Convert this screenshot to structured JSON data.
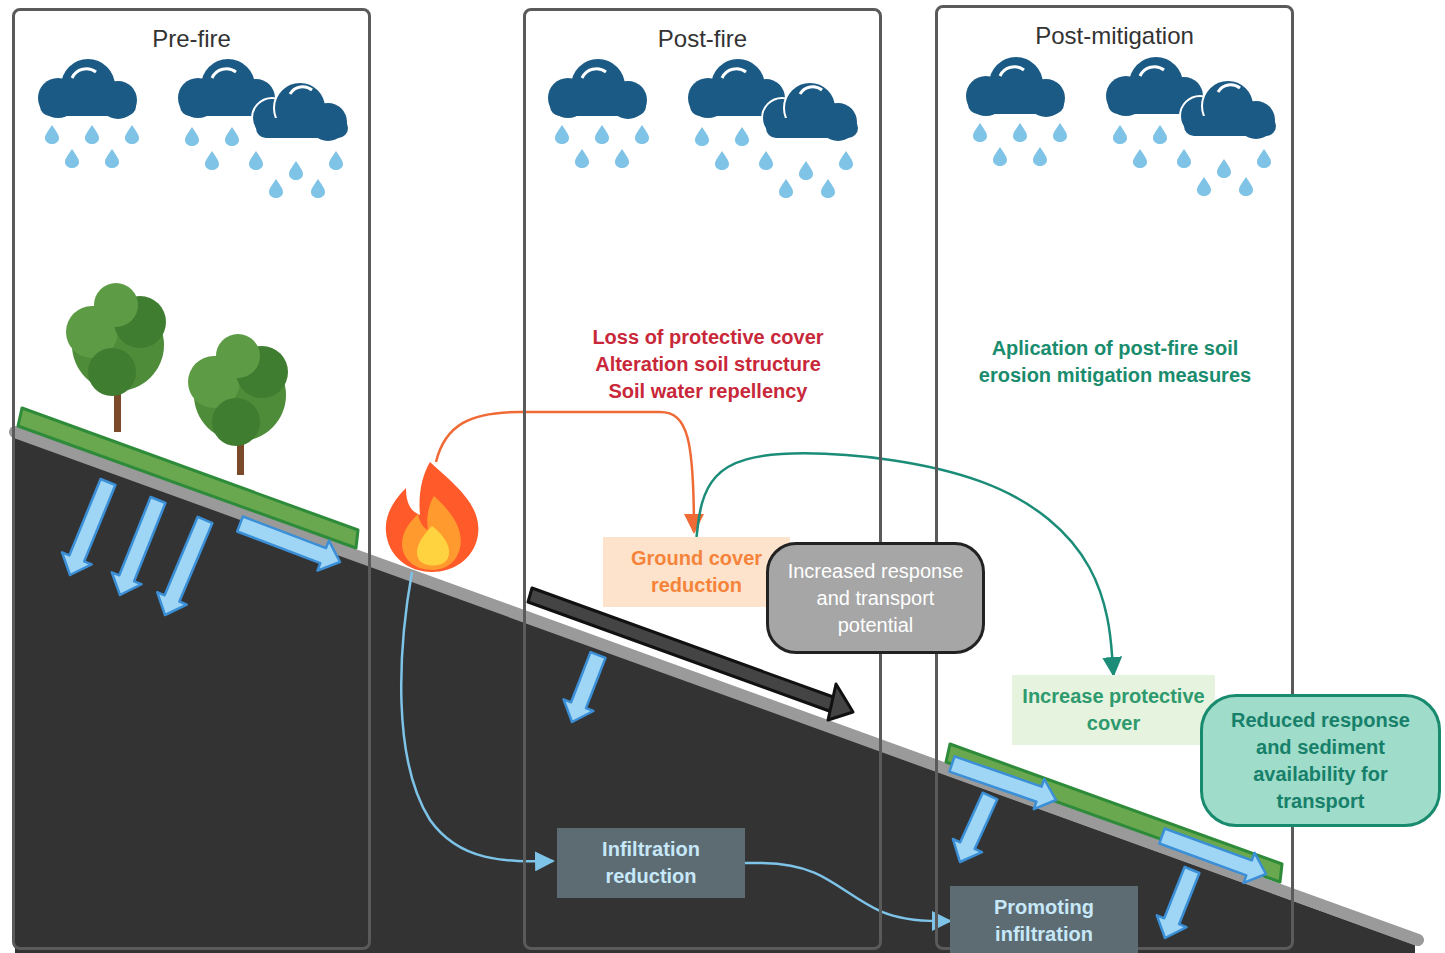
{
  "diagram": {
    "nodes": [
      {
        "text": [
          "Pre-fire"
        ]
      },
      {
        "text": [
          "Post-fire"
        ]
      },
      {
        "text": [
          "Post-mitigation"
        ]
      },
      {
        "text": [
          "Ground cover reduction"
        ],
        "in": 1
      },
      {
        "text": [
          "Increased response and transport potential"
        ]
      },
      {
        "text": [
          "Infiltration reduction"
        ],
        "in": 1
      },
      {
        "text": [
          "Increase protective cover"
        ],
        "in": 2
      },
      {
        "text": [
          "Reduced response and sediment availability for transport"
        ]
      },
      {
        "text": [
          "Promoting infiltration"
        ],
        "in": 2
      }
    ],
    "edges": [
      {
        "from": 3,
        "to": 6,
        "arrow": "to"
      },
      {
        "from": 5,
        "to": 8,
        "arrow": "to"
      }
    ],
    "labels": [
      "Loss of protective cover",
      "Alteration soil structure",
      "Soil water repellency",
      "Aplication of post-fire soil erosion mitigation measures"
    ]
  }
}
